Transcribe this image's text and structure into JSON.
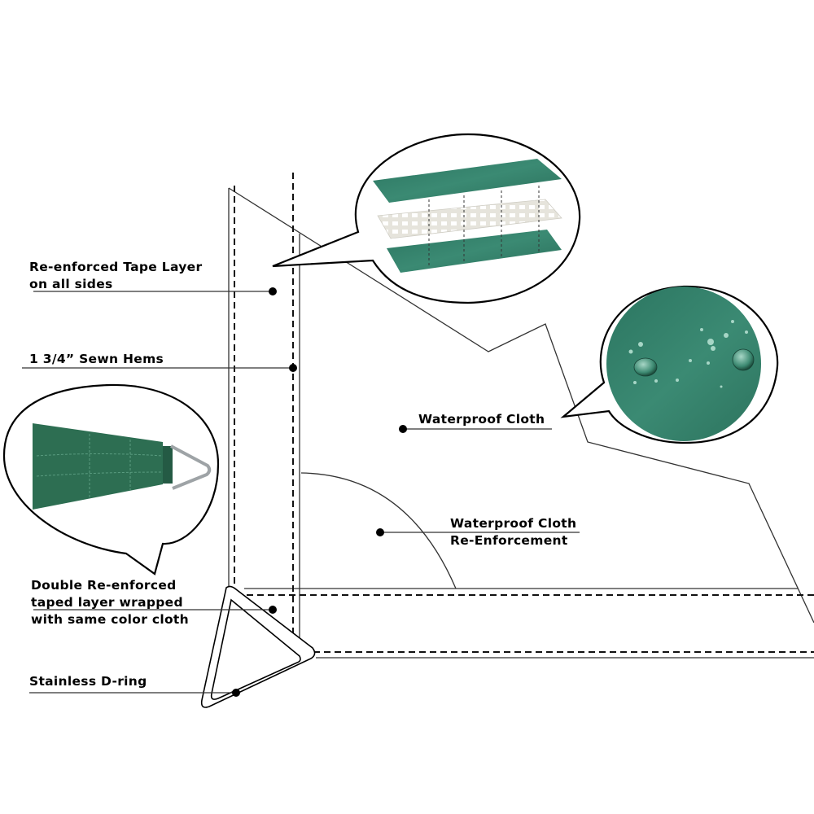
{
  "title": "Shade sail construction features",
  "colors": {
    "fabric_green": "#2f7a62",
    "fabric_dark": "#1f5e4a",
    "outline": "#333333",
    "text": "#000000"
  },
  "callouts": [
    {
      "id": "tape-layer",
      "lines": [
        "Re-enforced Tape Layer",
        "on all sides"
      ]
    },
    {
      "id": "sewn-hems",
      "lines": [
        "1 3/4” Sewn Hems"
      ]
    },
    {
      "id": "waterproof-cloth",
      "lines": [
        "Waterproof Cloth"
      ]
    },
    {
      "id": "cloth-reinforcement",
      "lines": [
        "Waterproof Cloth",
        "Re-Enforcement"
      ]
    },
    {
      "id": "double-taped-layer",
      "lines": [
        "Double Re-enforced",
        "taped layer wrapped",
        "with same color cloth"
      ]
    },
    {
      "id": "d-ring",
      "lines": [
        "Stainless D-ring"
      ]
    }
  ],
  "insets": [
    {
      "id": "layer-stack",
      "subject": "exploded fabric layers with mesh"
    },
    {
      "id": "water-droplets",
      "subject": "water beads on fabric"
    },
    {
      "id": "corner-ring",
      "subject": "fabric corner with triangle ring"
    }
  ]
}
